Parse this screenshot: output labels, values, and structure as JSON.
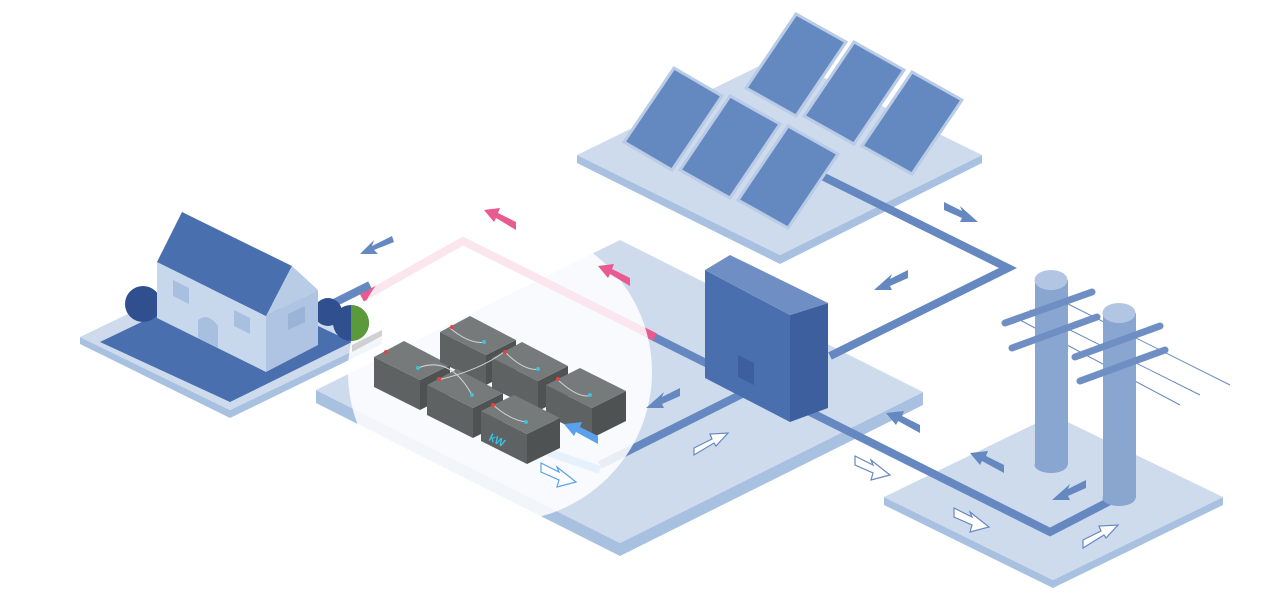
{
  "colors": {
    "platform_top": "#cddbed",
    "platform_edge": "#a9c1e0",
    "house_yard": "#4a6fae",
    "grid_line": "#6688c0",
    "export_line": "#e85a90",
    "charge_line": "#5aa0ea",
    "inverter": "#4a6fae",
    "solar_panel": "#6489c0",
    "battery": "#666a6a",
    "pole": "#88a6d0"
  },
  "components": [
    "house",
    "battery-bank",
    "inverter",
    "solar-array",
    "utility-poles"
  ],
  "icons": [
    "house-icon",
    "battery-icon",
    "inverter-icon",
    "solar-panel-icon",
    "utility-pole-icon",
    "flow-arrow-icon"
  ]
}
